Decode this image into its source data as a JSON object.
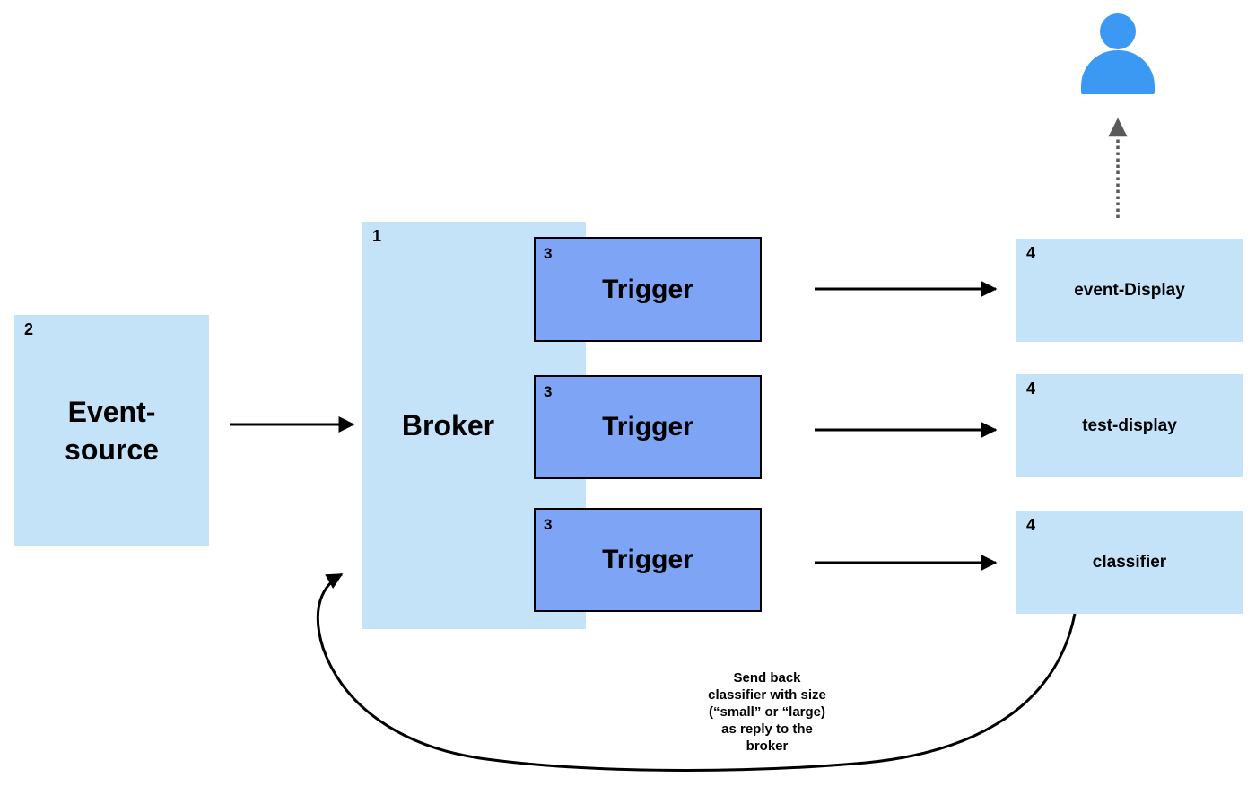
{
  "colors": {
    "node_light_blue": "#C4E3F9",
    "trigger_blue": "#7EA5F5",
    "person_blue": "#3B99F4",
    "connector_black": "#000000",
    "dotted_arrow_gray": "#595959",
    "text_black": "#000000",
    "background": "#FFFFFF"
  },
  "nodes": {
    "event_source": {
      "number": "2",
      "label_lines": [
        "Event-",
        "source"
      ]
    },
    "broker": {
      "number": "1",
      "label": "Broker"
    },
    "triggers": [
      {
        "number": "3",
        "label": "Trigger"
      },
      {
        "number": "3",
        "label": "Trigger"
      },
      {
        "number": "3",
        "label": "Trigger"
      }
    ],
    "services": [
      {
        "number": "4",
        "label": "event-Display"
      },
      {
        "number": "4",
        "label": "test-display"
      },
      {
        "number": "4",
        "label": "classifier"
      }
    ]
  },
  "icons": {
    "person": "person-icon",
    "solid_arrow": "arrow-right-icon",
    "dotted_arrow": "arrow-up-dotted-icon"
  },
  "annotation": {
    "lines": [
      "Send back",
      "classifier with size",
      "(“small” or “large)",
      "as reply to the",
      "broker"
    ]
  }
}
